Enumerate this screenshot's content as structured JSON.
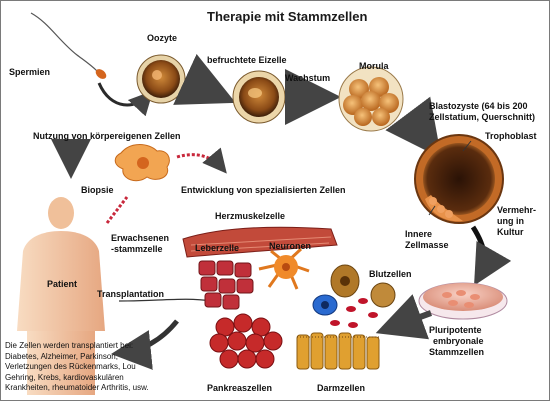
{
  "title": "Therapie mit Stammzellen",
  "labels": {
    "spermien": "Spermien",
    "oozyte": "Oozyte",
    "befruchtete": "befruchtete Eizelle",
    "wachstum": "Wachstum",
    "morula": "Morula",
    "blastozyste1": "Blastozyste (64 bis 200",
    "blastozyste2": "Zellstatium, Querschnitt)",
    "trophoblast": "Trophoblast",
    "innere1": "Innere",
    "innere2": "Zellmasse",
    "vermehrung1": "Vermehr-",
    "vermehrung2": "ung in",
    "vermehrung3": "Kultur",
    "nutzung": "Nutzung von körpereigenen Zellen",
    "biopsie": "Biopsie",
    "entwicklung": "Entwicklung von spezialisierten Zellen",
    "erwachsenen1": "Erwachsenen",
    "erwachsenen2": "-stammzelle",
    "herz": "Herzmuskelzelle",
    "leber": "Leberzelle",
    "neuronen": "Neuronen",
    "blut": "Blutzellen",
    "patient": "Patient",
    "transplantation": "Transplantation",
    "pluri1": "Pluripotente",
    "pluri2": "embryonale",
    "pluri3": "Stammzellen",
    "pankreas": "Pankreaszellen",
    "darm": "Darmzellen"
  },
  "note": [
    "Die Zellen werden transplantiert bei:",
    "Diabetes, Alzheimer, Parkinson,",
    "Verletzungen des Rückenmarks, Lou",
    "Gehring, Krebs, kardiovaskulären",
    "Krankheiten, rheumatoider Arthritis, usw."
  ],
  "colors": {
    "arrow": "#4a4a4a",
    "red_arrow": "#c8283c",
    "body": "#f2c6a0",
    "cell_orange": "#e38a2e",
    "blood_red": "#c0142a"
  }
}
